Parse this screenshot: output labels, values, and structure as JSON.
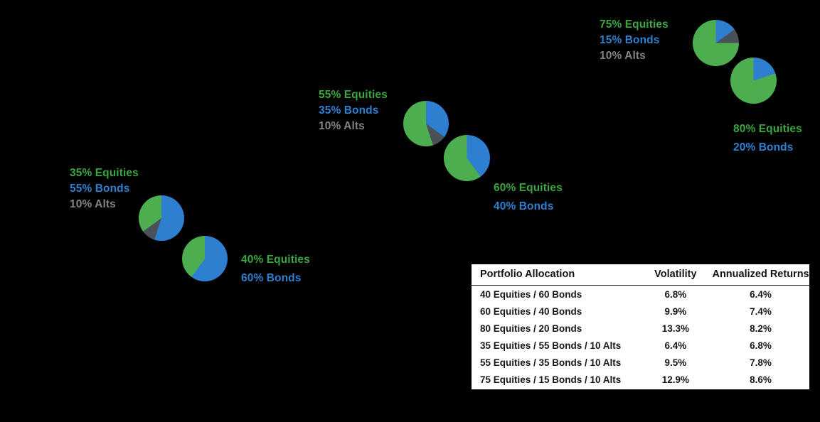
{
  "theme": {
    "background": "#000000",
    "equities_color": "#3aa63f",
    "bonds_color": "#2f7fd1",
    "alts_color": "#7f8488",
    "pie_equities": "#4cae4f",
    "pie_bonds": "#2f7fd1",
    "pie_alts": "#4a5057",
    "table_bg": "#ffffff",
    "table_text": "#15181a"
  },
  "labels": [
    {
      "id": "label-35-55-10",
      "lines": [
        {
          "text": "35% Equities",
          "kind": "equities"
        },
        {
          "text": "55% Bonds",
          "kind": "bonds"
        },
        {
          "text": "10% Alts",
          "kind": "alts"
        }
      ]
    },
    {
      "id": "label-40-60",
      "lines": [
        {
          "text": "40% Equities",
          "kind": "equities"
        },
        {
          "text": "60% Bonds",
          "kind": "bonds"
        }
      ]
    },
    {
      "id": "label-55-35-10",
      "lines": [
        {
          "text": "55% Equities",
          "kind": "equities"
        },
        {
          "text": "35% Bonds",
          "kind": "bonds"
        },
        {
          "text": "10% Alts",
          "kind": "alts"
        }
      ]
    },
    {
      "id": "label-60-40",
      "lines": [
        {
          "text": "60% Equities",
          "kind": "equities"
        },
        {
          "text": "40% Bonds",
          "kind": "bonds"
        }
      ]
    },
    {
      "id": "label-75-15-10",
      "lines": [
        {
          "text": "75% Equities",
          "kind": "equities"
        },
        {
          "text": "15% Bonds",
          "kind": "bonds"
        },
        {
          "text": "10% Alts",
          "kind": "alts"
        }
      ]
    },
    {
      "id": "label-80-20",
      "lines": [
        {
          "text": "80% Equities",
          "kind": "equities"
        },
        {
          "text": "20% Bonds",
          "kind": "bonds"
        }
      ]
    }
  ],
  "chart_data": {
    "type": "pie",
    "title": "",
    "legend": [
      "Equities",
      "Bonds",
      "Alts"
    ],
    "colors": {
      "Equities": "#4cae4f",
      "Bonds": "#2f7fd1",
      "Alts": "#4a5057"
    },
    "pies": [
      {
        "id": "pie-35-55-10",
        "name": "35 Equities / 55 Bonds / 10 Alts",
        "slices": [
          {
            "label": "Bonds",
            "value": 55
          },
          {
            "label": "Alts",
            "value": 10
          },
          {
            "label": "Equities",
            "value": 35
          }
        ]
      },
      {
        "id": "pie-40-60",
        "name": "40 Equities / 60 Bonds",
        "slices": [
          {
            "label": "Bonds",
            "value": 60
          },
          {
            "label": "Equities",
            "value": 40
          }
        ]
      },
      {
        "id": "pie-55-35-10",
        "name": "55 Equities / 35 Bonds / 10 Alts",
        "slices": [
          {
            "label": "Bonds",
            "value": 35
          },
          {
            "label": "Alts",
            "value": 10
          },
          {
            "label": "Equities",
            "value": 55
          }
        ]
      },
      {
        "id": "pie-60-40",
        "name": "60 Equities / 40 Bonds",
        "slices": [
          {
            "label": "Bonds",
            "value": 40
          },
          {
            "label": "Equities",
            "value": 60
          }
        ]
      },
      {
        "id": "pie-75-15-10",
        "name": "75 Equities / 15 Bonds / 10 Alts",
        "slices": [
          {
            "label": "Bonds",
            "value": 15
          },
          {
            "label": "Alts",
            "value": 10
          },
          {
            "label": "Equities",
            "value": 75
          }
        ]
      },
      {
        "id": "pie-80-20",
        "name": "80 Equities / 20 Bonds",
        "slices": [
          {
            "label": "Bonds",
            "value": 20
          },
          {
            "label": "Equities",
            "value": 80
          }
        ]
      }
    ]
  },
  "table": {
    "headers": [
      "Portfolio Allocation",
      "Volatility",
      "Annualized Returns"
    ],
    "rows": [
      {
        "allocation": "40 Equities / 60 Bonds",
        "volatility": "6.8%",
        "returns": "6.4%"
      },
      {
        "allocation": "60 Equities / 40 Bonds",
        "volatility": "9.9%",
        "returns": "7.4%"
      },
      {
        "allocation": "80 Equities / 20 Bonds",
        "volatility": "13.3%",
        "returns": "8.2%"
      },
      {
        "allocation": "35 Equities / 55 Bonds / 10 Alts",
        "volatility": "6.4%",
        "returns": "6.8%"
      },
      {
        "allocation": "55 Equities / 35 Bonds / 10 Alts",
        "volatility": "9.5%",
        "returns": "7.8%"
      },
      {
        "allocation": "75 Equities / 15 Bonds / 10 Alts",
        "volatility": "12.9%",
        "returns": "8.6%"
      }
    ]
  }
}
